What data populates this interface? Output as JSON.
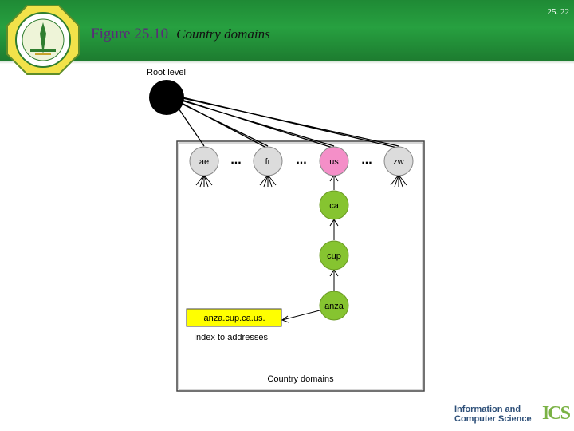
{
  "slide": {
    "number": "25. 22"
  },
  "title": {
    "figure": "Figure 25.10",
    "subtitle": "Country domains"
  },
  "diagram": {
    "root_label": "Root level",
    "ellipsis": "...",
    "top_level_domains": [
      "ae",
      "fr",
      "us",
      "zw"
    ],
    "subdomains": [
      "ca",
      "cup",
      "anza"
    ],
    "index_entry": "anza.cup.ca.us.",
    "index_caption": "Index to addresses",
    "box_caption": "Country domains",
    "colors": {
      "root": "#000000",
      "domain_gray": "#dcdcdc",
      "domain_pink": "#f48fc8",
      "subdomain_green": "#86c430",
      "index_yellow": "#ffff00"
    }
  },
  "footer": {
    "line1": "Information and",
    "line2": "Computer Science",
    "badge": "ICS"
  }
}
